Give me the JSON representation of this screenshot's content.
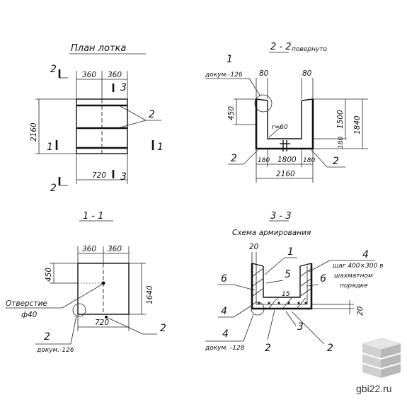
{
  "views": {
    "plan": {
      "title": "План лотка",
      "dims": {
        "w1": "360",
        "w2": "360",
        "height": "2160",
        "bottom": "720"
      },
      "section_marks": {
        "s2": "2",
        "s1": "1",
        "s3": "3"
      },
      "callout": "2"
    },
    "sec22": {
      "title": "2 - 2",
      "subtitle": "повернуто",
      "detail_num": "1",
      "detail_ref": "докум.-126",
      "dims": {
        "top_left": "80",
        "top_right": "80",
        "h_left": "450",
        "h_right_a": "1500",
        "h_right_b": "1840",
        "r": "r=60",
        "small": "180",
        "bot_a": "180",
        "bot_b": "1800",
        "bot_c": "180",
        "total": "2160"
      },
      "callout_left": "2",
      "callout_right": "2"
    },
    "sec11": {
      "title": "1 - 1",
      "dims": {
        "w1": "360",
        "w2": "360",
        "h_left": "450",
        "h_right": "1640",
        "bottom": "720"
      },
      "hole_label": "Отверстие",
      "hole_dia": "ф40",
      "ref_num": "2",
      "ref_doc": "докум.-126",
      "callout_right": "2"
    },
    "sec33": {
      "title": "3 - 3",
      "subtitle": "Схема армирования",
      "dims": {
        "top": "20",
        "right": "20"
      },
      "labels": {
        "l1": "1",
        "l4a": "4",
        "pitch_line1": "шаг 400×300 в",
        "pitch_line2": "шахматном",
        "pitch_line3": "порядке",
        "l6a": "6",
        "l6b": "6",
        "l5": "5",
        "l15": "15",
        "l4b": "4",
        "l4c": "4",
        "l4c_doc": "докум. -128",
        "l2a": "2",
        "l2b": "2",
        "l3": "3"
      }
    }
  },
  "watermark": {
    "text": "gbi22.ru"
  }
}
